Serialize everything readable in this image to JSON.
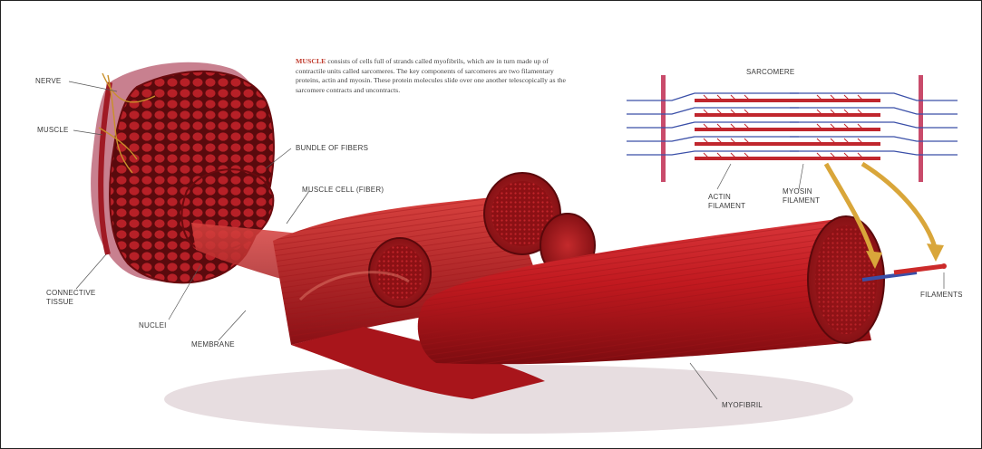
{
  "description": {
    "lead": "MUSCLE",
    "body": "consists of cells full of strands called myofibrils, which are in turn made up of contractile units called sarcomeres. The key components of sarcomeres are two filamentary proteins, actin and myosin. These protein molecules slide over one another telescopically as the sarcomere contracts and uncontracts."
  },
  "labels": {
    "nerve": "NERVE",
    "muscle": "MUSCLE",
    "bundle": "BUNDLE OF FIBERS",
    "muscle_cell": "MUSCLE CELL (FIBER)",
    "connective": "CONNECTIVE\nTISSUE",
    "nuclei": "NUCLEI",
    "membrane": "MEMBRANE",
    "myofibril": "MYOFIBRIL",
    "sarcomere": "SARCOMERE",
    "actin": "ACTIN\nFILAMENT",
    "myosin": "MYOSIN\nFILAMENT",
    "filaments": "FILAMENTS"
  },
  "colors": {
    "muscle_red": "#b3151c",
    "dark_red": "#6e0b0f",
    "actin_blue": "#3a4fa8",
    "sarcomere_pink": "#c94b6b",
    "arrow_gold": "#d9a63a"
  }
}
